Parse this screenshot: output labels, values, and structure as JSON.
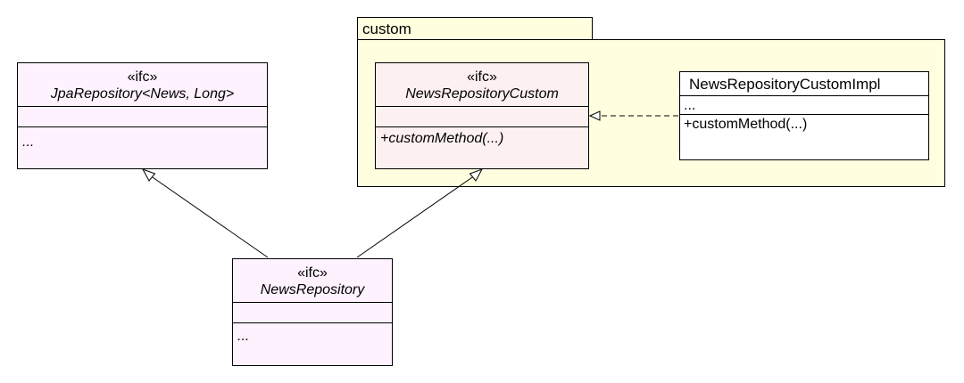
{
  "package": {
    "name": "custom"
  },
  "classes": {
    "jpa_repository": {
      "stereotype": "«ifc»",
      "name": "JpaRepository<News, Long>",
      "attributes": "",
      "operations": "..."
    },
    "news_repository_custom": {
      "stereotype": "«ifc»",
      "name": "NewsRepositoryCustom",
      "attributes": "",
      "operations": "+customMethod(...)"
    },
    "news_repository_custom_impl": {
      "name": "NewsRepositoryCustomImpl",
      "attributes": "...",
      "operations": "+customMethod(...)"
    },
    "news_repository": {
      "stereotype": "«ifc»",
      "name": "NewsRepository",
      "attributes": "",
      "operations": "..."
    }
  },
  "relations": [
    {
      "kind": "generalization",
      "from": "NewsRepository",
      "to": "JpaRepository<News, Long>"
    },
    {
      "kind": "generalization",
      "from": "NewsRepository",
      "to": "NewsRepositoryCustom"
    },
    {
      "kind": "realization",
      "from": "NewsRepositoryCustomImpl",
      "to": "NewsRepositoryCustom"
    }
  ]
}
